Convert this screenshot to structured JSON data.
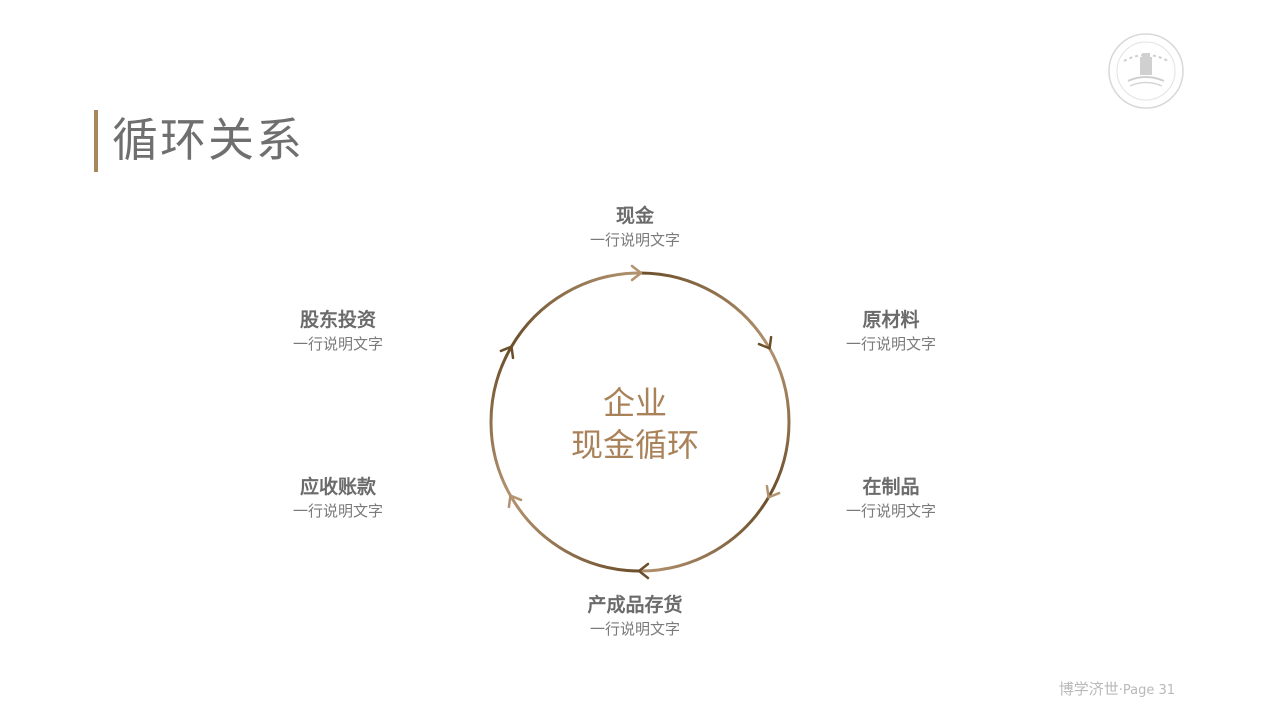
{
  "slide": {
    "title": "循环关系",
    "accent_color": "#a8865e"
  },
  "center": {
    "line1": "企业",
    "line2": "现金循环",
    "color": "#a9825a"
  },
  "cycle": {
    "gradient_light": "#b3936f",
    "gradient_dark": "#6b4e2a",
    "nodes": [
      {
        "title": "现金",
        "subtitle": "一行说明文字"
      },
      {
        "title": "原材料",
        "subtitle": "一行说明文字"
      },
      {
        "title": "在制品",
        "subtitle": "一行说明文字"
      },
      {
        "title": "产成品存货",
        "subtitle": "一行说明文字"
      },
      {
        "title": "应收账款",
        "subtitle": "一行说明文字"
      },
      {
        "title": "股东投资",
        "subtitle": "一行说明文字"
      }
    ]
  },
  "logo": {
    "icon": "university-seal-icon"
  },
  "footer": {
    "motto": "博学济世",
    "page_label": "·Page 31"
  }
}
